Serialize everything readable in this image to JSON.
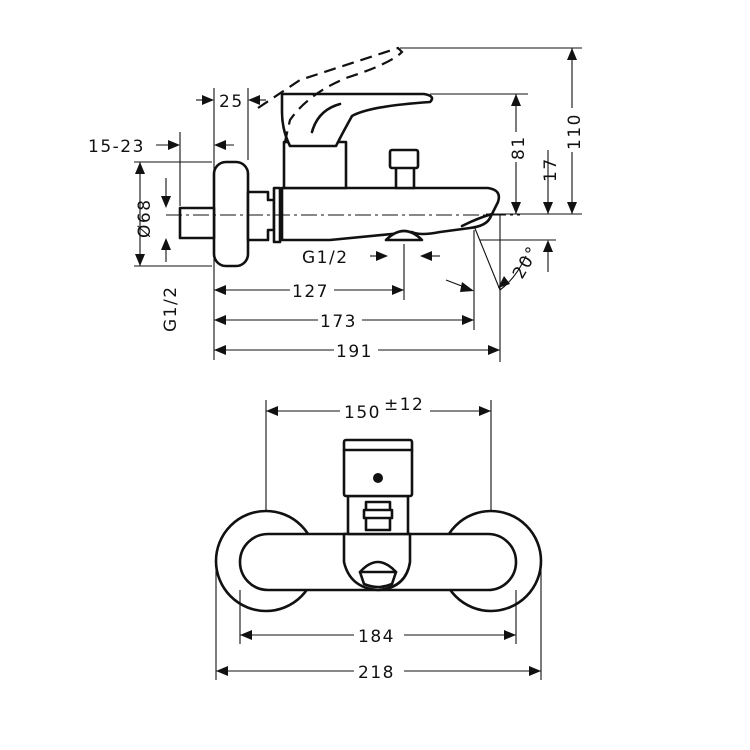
{
  "side_view": {
    "dims": {
      "d25": "25",
      "d15_23": "15-23",
      "d68": "Ø68",
      "g12_vertical": "G1/2",
      "g12_outlet": "G1/2",
      "d127": "127",
      "d173": "173",
      "d191": "191",
      "d81": "81",
      "d17": "17",
      "d110": "110",
      "d20deg": "20°"
    }
  },
  "front_view": {
    "dims": {
      "d150": "150",
      "d150_tol": "±12",
      "d184": "184",
      "d218": "218"
    }
  }
}
